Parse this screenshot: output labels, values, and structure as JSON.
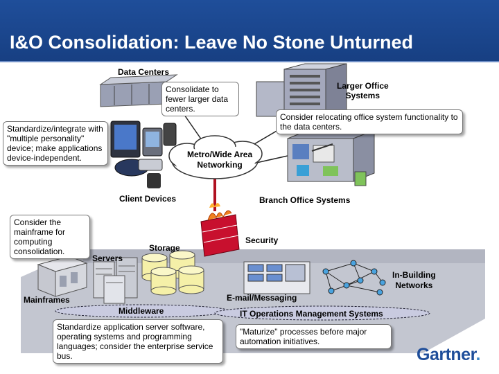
{
  "slide": {
    "title": "I&O Consolidation: Leave No Stone Unturned"
  },
  "labels": {
    "data_centers": "Data Centers",
    "larger_office": "Larger Office\nSystems",
    "metro_wan": "Metro/Wide Area\nNetworking",
    "client_devices": "Client Devices",
    "branch_office": "Branch Office Systems",
    "security": "Security",
    "storage": "Storage",
    "servers": "Servers",
    "mainframes": "Mainframes",
    "middleware": "Middleware",
    "email": "E-mail/Messaging",
    "in_building": "In-Building\nNetworks",
    "itoms": "IT Operations Management Systems"
  },
  "notes": {
    "consolidate": "Consolidate to fewer larger data centers.",
    "relocate": "Consider relocating office system functionality to the data centers.",
    "standardize_device": "Standardize/integrate with \"multiple personality\" device; make applications device-independent.",
    "mainframe": "Consider the mainframe for computing consolidation.",
    "middleware": "Standardize application server software, operating systems and programming languages; consider the enterprise service bus.",
    "maturize": "\"Maturize\" processes before major automation initiatives."
  },
  "logo": {
    "text": "Gartner",
    "dot": "."
  },
  "colors": {
    "header_blue": "#1f4e9a",
    "floor_gray": "#b8bcc8",
    "firewall_red": "#c8102e",
    "storage_yellow": "#f5f0a8"
  },
  "icons": [
    "server-rack-icon",
    "building-tower-icon",
    "cloud-icon",
    "pda-icon",
    "phone-icon",
    "firewall-icon",
    "storage-cylinder-icon",
    "server-stack-icon",
    "mainframe-icon",
    "email-panel-icon",
    "network-mesh-icon",
    "branch-office-icon"
  ]
}
